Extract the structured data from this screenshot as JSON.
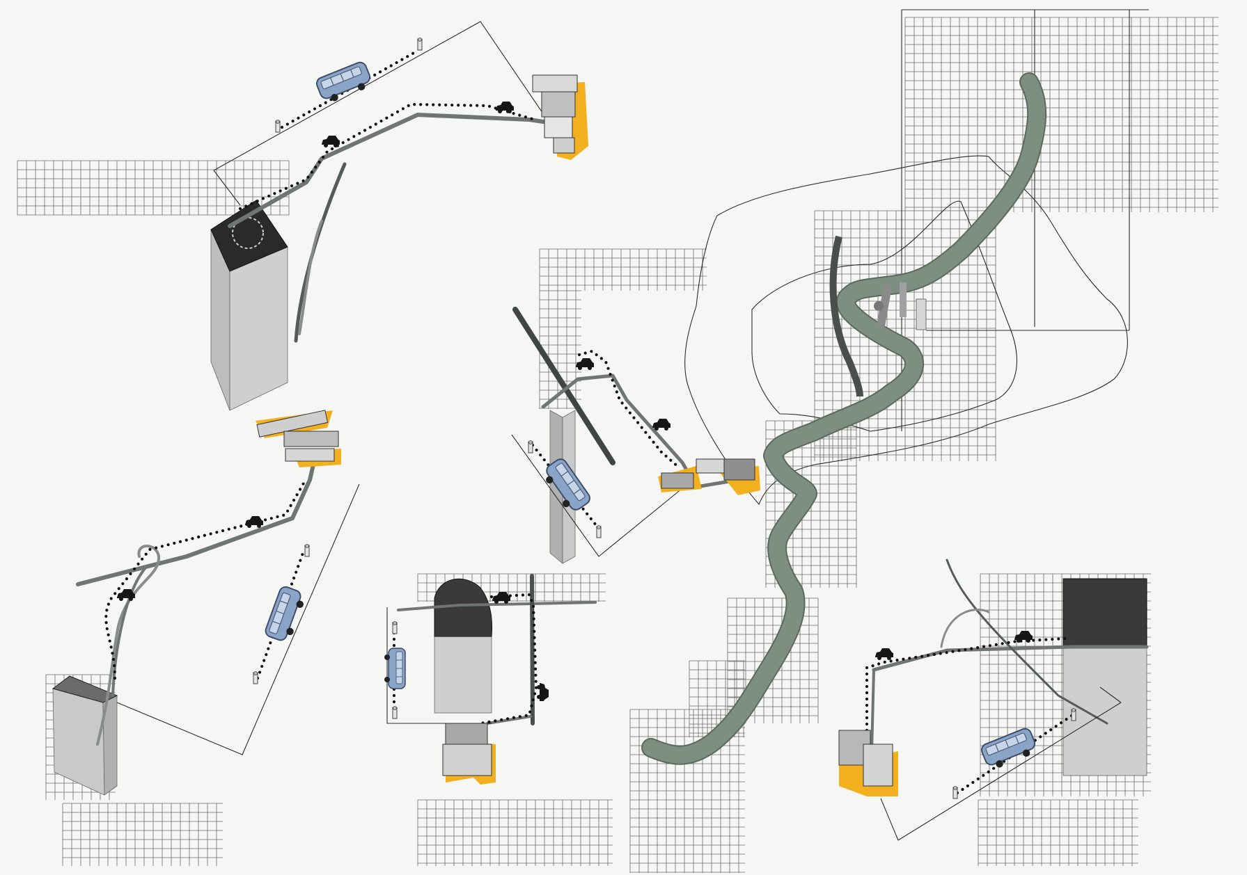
{
  "colors": {
    "background": "#f6f6f4",
    "grid": "#6a6a6a",
    "river": "#7d8f81",
    "river_edge": "#5a6a5d",
    "road": "#6f7570",
    "tower": "#c9c9c9",
    "building_accent": "#f2b01e",
    "bus": "#8aa4c8",
    "car": "#161616",
    "route_dots": "#111111",
    "boundary_line": "#777777"
  },
  "icons": [
    "bus-icon",
    "car-icon",
    "person-marker-icon",
    "tower-block",
    "building-collage",
    "river-path",
    "road-path",
    "dotted-route"
  ],
  "scenes": [
    {
      "id": "scene-top-left",
      "vehicles": [
        "bus",
        "car",
        "car"
      ]
    },
    {
      "id": "scene-left",
      "vehicles": [
        "bus",
        "car",
        "car"
      ]
    },
    {
      "id": "scene-center",
      "vehicles": [
        "bus",
        "car",
        "car"
      ]
    },
    {
      "id": "scene-bottom-center",
      "vehicles": [
        "bus",
        "car",
        "car"
      ]
    },
    {
      "id": "scene-bottom-right",
      "vehicles": [
        "bus",
        "car",
        "car"
      ]
    },
    {
      "id": "scene-river-map",
      "vehicles": []
    }
  ]
}
